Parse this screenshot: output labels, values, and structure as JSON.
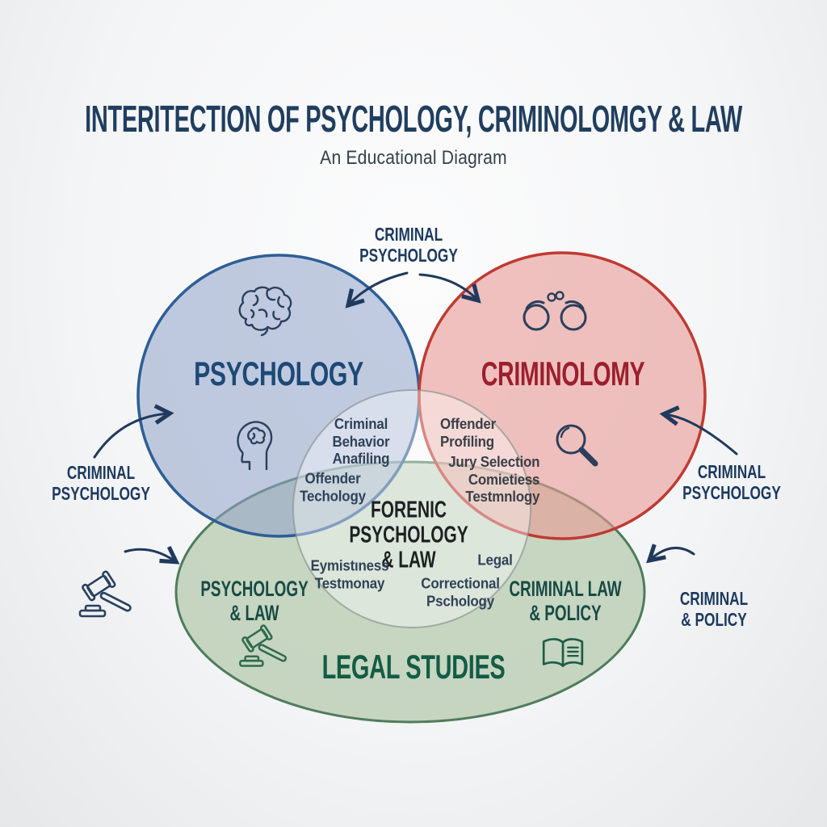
{
  "header": {
    "title": "INTERITECTION OF PSYCHOLOGY, CRIMINOLOMGY & LAW",
    "subtitle": "An Educational Diagram"
  },
  "colors": {
    "psychology_stroke": "#2e5e96",
    "psychology_fill": "#c6cfe0",
    "psychology_text": "#1d4976",
    "criminology_stroke": "#bf3a33",
    "criminology_fill": "#f0c5c2",
    "criminology_text": "#9c1f2d",
    "legal_stroke": "#4e7d5b",
    "legal_fill": "#cbd9c5",
    "legal_text": "#135c45",
    "teal_label_text": "#174a44",
    "center_circle_stroke": "#85908d",
    "callout_text": "#1c3a5f",
    "title_text": "#203e5f",
    "subtitle_text": "#33424e",
    "center_text": "#1d2023",
    "small_text_navy": "#2f4258",
    "small_text_dark": "#3a4046",
    "arrow": "#1f3a5c"
  },
  "circles": {
    "psychology": {
      "label": "PSYCHOLOGY"
    },
    "criminology": {
      "label": "CRIMINOLOMY"
    },
    "legal": {
      "label": "LEGAL STUDIES"
    }
  },
  "callouts": {
    "top": {
      "lines": [
        "CRIMINAL",
        "PSYCHOLOGY"
      ]
    },
    "left": {
      "lines": [
        "CRIMINAL",
        "PSYCHOLOGY"
      ]
    },
    "right": {
      "lines": [
        "CRIMINAL",
        "PSYCHOLOGY"
      ]
    },
    "bottom_right": {
      "lines": [
        "CRIMINAL",
        "& POLICY"
      ]
    }
  },
  "overlap_labels": {
    "criminal_behavior": {
      "lines": [
        "Criminal",
        "Behavior",
        "Anafiling"
      ]
    },
    "offender_techology": {
      "lines": [
        "Offender",
        "Techology"
      ]
    },
    "offender_profiling": {
      "lines": [
        "Offender",
        "Profiling"
      ]
    },
    "jury_selection": {
      "lines": [
        "Jury Selection",
        "Comietiess",
        "Testmnlogy"
      ]
    },
    "center": {
      "lines": [
        "FORENIC",
        "PSYCHOLOGY",
        "& LAW"
      ]
    },
    "eyewitness": {
      "lines": [
        "Eymistıness",
        "Testmonay"
      ]
    },
    "legal_word": {
      "lines": [
        "Legal"
      ]
    },
    "correctional": {
      "lines": [
        "Correctional",
        "Pschology"
      ]
    },
    "psychology_law": {
      "lines": [
        "PSYCHOLOGY",
        "& LAW"
      ]
    },
    "criminal_law_policy": {
      "lines": [
        "CRIMINAL LAW",
        "& POLICY"
      ]
    }
  },
  "icons": {
    "psychology": [
      "brain",
      "head-profile"
    ],
    "criminology": [
      "handcuffs",
      "magnifying-glass"
    ],
    "legal": [
      "gavel",
      "open-book"
    ],
    "outside_left": [
      "gavel"
    ]
  }
}
